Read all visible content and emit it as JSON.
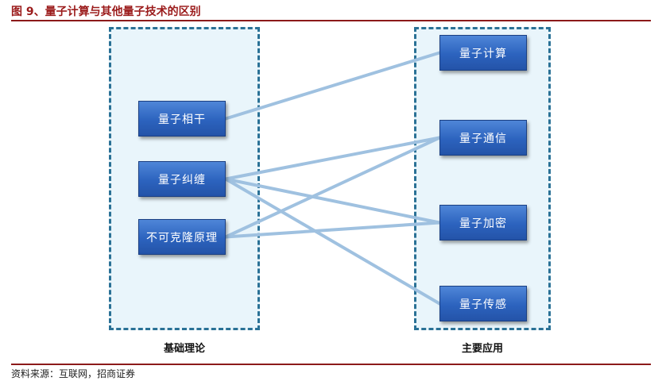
{
  "title": "图 9、量子计算与其他量子技术的区别",
  "left_group": {
    "label": "基础理论",
    "nodes": [
      "量子相干",
      "量子纠缠",
      "不可克隆原理"
    ]
  },
  "right_group": {
    "label": "主要应用",
    "nodes": [
      "量子计算",
      "量子通信",
      "量子加密",
      "量子传感"
    ]
  },
  "links": [
    {
      "from": "量子相干",
      "to": "量子计算"
    },
    {
      "from": "量子纠缠",
      "to": "量子通信"
    },
    {
      "from": "量子纠缠",
      "to": "量子加密"
    },
    {
      "from": "量子纠缠",
      "to": "量子传感"
    },
    {
      "from": "不可克隆原理",
      "to": "量子通信"
    },
    {
      "from": "不可克隆原理",
      "to": "量子加密"
    }
  ],
  "colors": {
    "title": "#9b1b1b",
    "rule": "#8c1a1a",
    "group_fill": "#e9f5fb",
    "group_border": "#2a7196",
    "node_fill": "#2c63be",
    "link": "#9fc1e0"
  },
  "source": "资料来源：互联网，招商证券"
}
